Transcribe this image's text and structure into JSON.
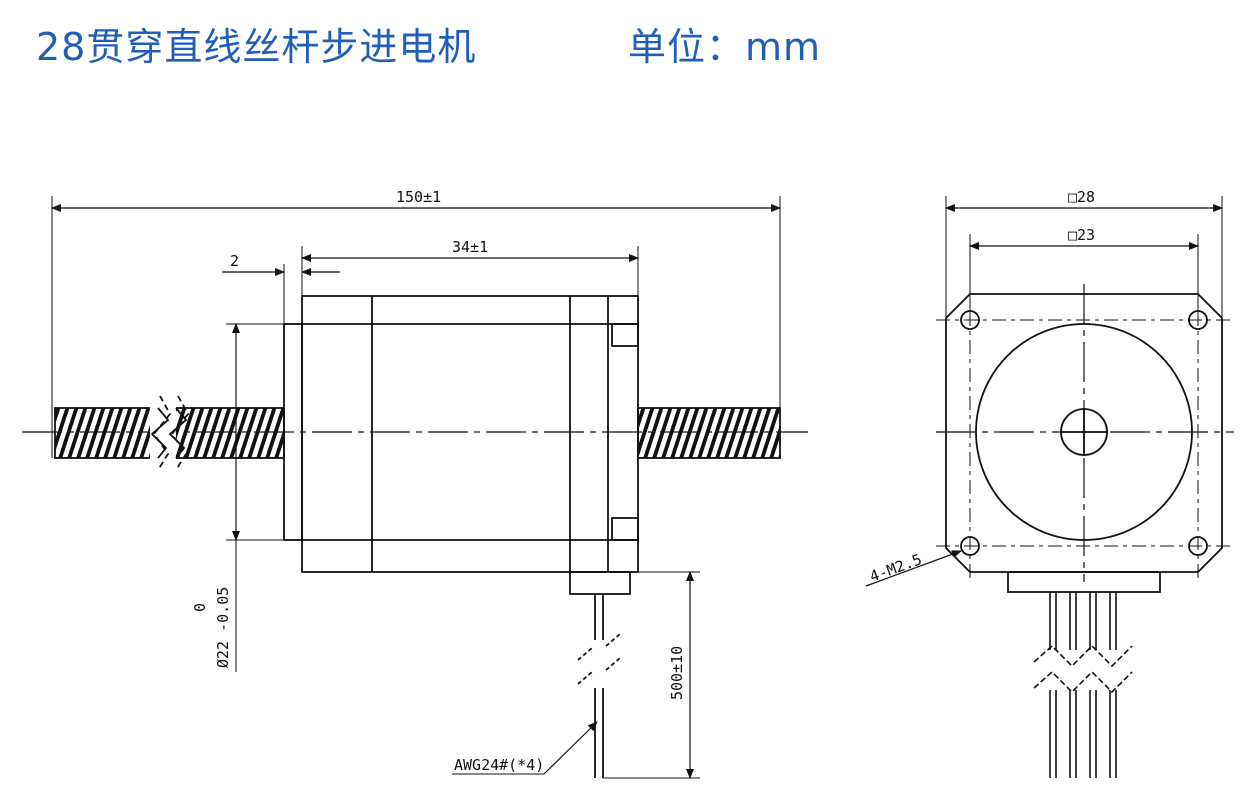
{
  "header": {
    "title": "28贯穿直线丝杆步进电机",
    "unit": "单位：mm"
  },
  "side_view": {
    "overall_length": "150±1",
    "body_length": "34±1",
    "flange_thickness": "2",
    "boss_tol_upper": "0",
    "boss_diameter": "Ø22 -0.05",
    "lead_length": "500±10",
    "wire_spec": "AWG24#(*4)"
  },
  "front_view": {
    "outer_square": "□28",
    "hole_spacing": "□23",
    "mount_holes": "4-M2.5"
  },
  "colors": {
    "title": "#1f5fb8",
    "line": "#111111"
  }
}
